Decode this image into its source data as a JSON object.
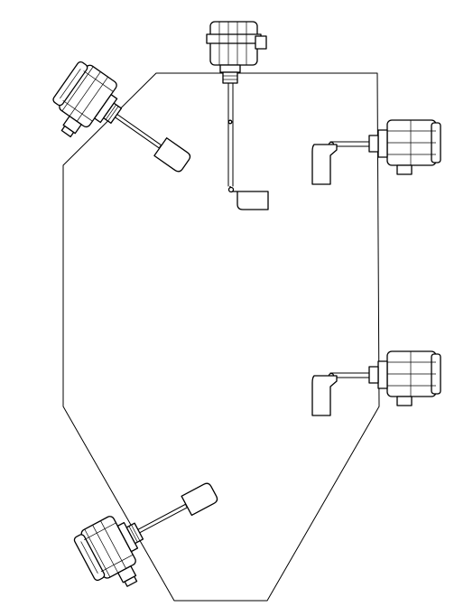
{
  "diagram": {
    "kind": "silo-level-switch-installation",
    "colors": {
      "line": "#000000",
      "background": "#ffffff"
    },
    "vessel": {
      "shape": "silo-with-conical-bottom"
    },
    "sensors": [
      {
        "id": "top-vertical",
        "mount": "top"
      },
      {
        "id": "upper-right-side",
        "mount": "right-wall"
      },
      {
        "id": "lower-right-side",
        "mount": "right-wall"
      },
      {
        "id": "top-left-inclined",
        "mount": "roof-left-corner"
      },
      {
        "id": "cone-bottom-inclined",
        "mount": "cone-left-wall"
      }
    ]
  }
}
